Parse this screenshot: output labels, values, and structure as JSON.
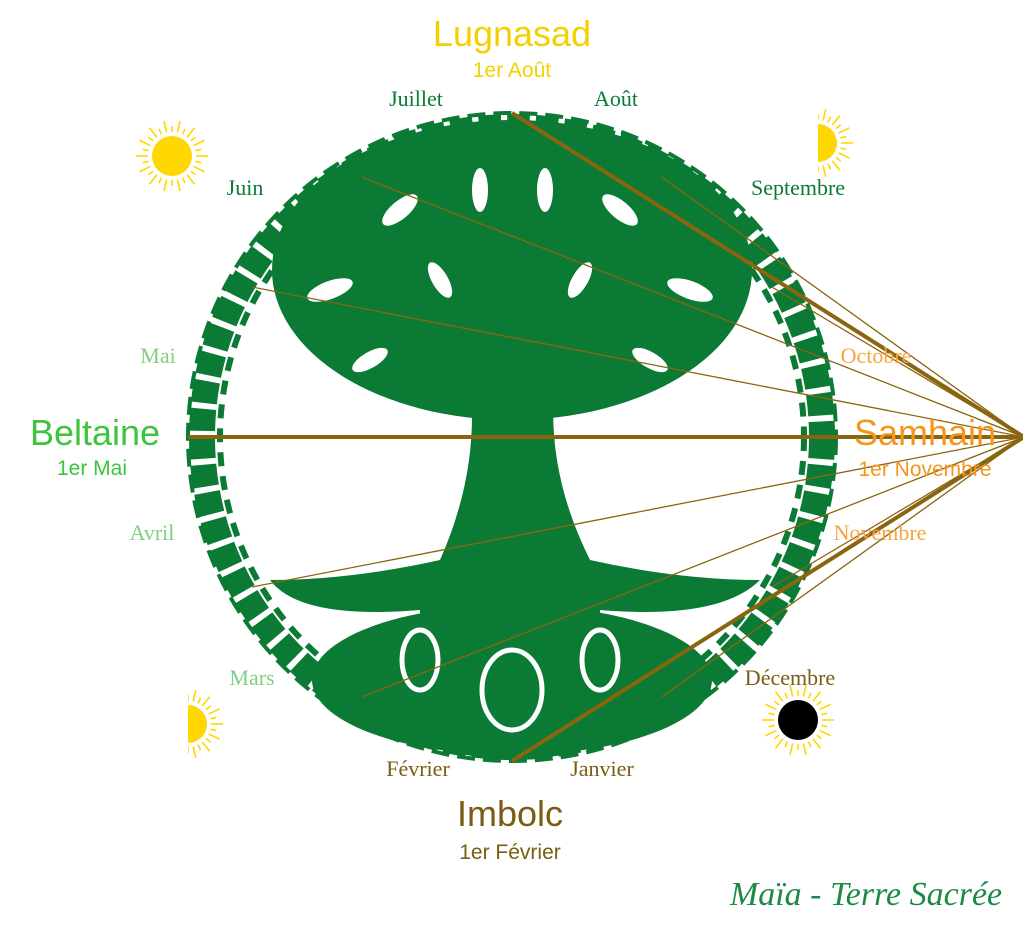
{
  "colors": {
    "tree": "#0a7a35",
    "spoke": "#8a6510",
    "summer": "#f5d000",
    "spring": "#3cc43c",
    "autumn": "#f7941d",
    "winter": "#7a5c12",
    "spring_month": "#7fd07f",
    "autumn_month": "#f7a33e",
    "sun": "#ffd700"
  },
  "festivals": {
    "lugnasad": {
      "name": "Lugnasad",
      "date": "1er Août"
    },
    "beltaine": {
      "name": "Beltaine",
      "date": "1er Mai"
    },
    "samhain": {
      "name": "Samhain",
      "date": "1er Novembre"
    },
    "imbolc": {
      "name": "Imbolc",
      "date": "1er Février"
    }
  },
  "months": {
    "juillet": "Juillet",
    "aout": "Août",
    "juin": "Juin",
    "septembre": "Septembre",
    "mai": "Mai",
    "octobre": "Octobre",
    "avril": "Avril",
    "novembre": "Novembre",
    "mars": "Mars",
    "decembre": "Décembre",
    "fevrier": "Février",
    "janvier": "Janvier"
  },
  "signature": "Maïa - Terre Sacrée",
  "icons": [
    "sun-icon",
    "half-sun-icon",
    "eclipse-sun-icon",
    "tree-of-life-icon"
  ]
}
